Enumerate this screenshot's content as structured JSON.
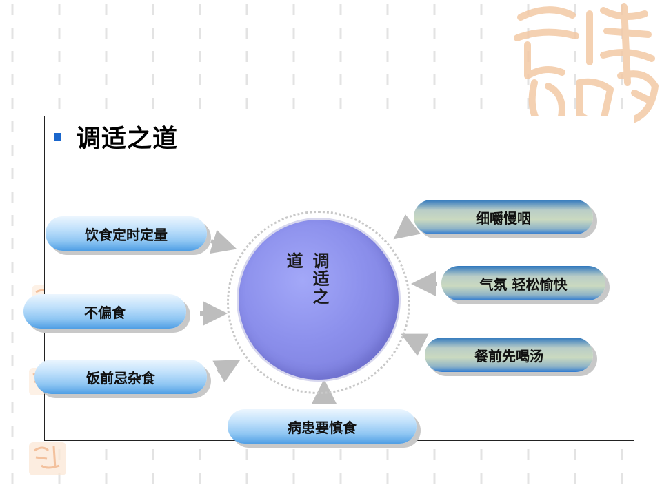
{
  "slide": {
    "title": "调适之道",
    "center": {
      "col1": "调适之",
      "col2": "道"
    },
    "left_items": [
      "饮食定时定量",
      "不偏食",
      "饭前忌杂食"
    ],
    "right_items": [
      "细嚼慢咽",
      "气氛 轻松愉快",
      "餐前先喝汤"
    ],
    "bottom_item": "病患要慎食"
  },
  "colors": {
    "bullet": "#1a66cc",
    "center_fill": "#8c90ec",
    "pill_blue": "#8fc6f3",
    "pill_olive": "#cad9c0",
    "arrow": "#bdbdbd",
    "stamp": "#f3c9a5"
  },
  "icons": [
    "square-bullet-icon",
    "arrow-icon",
    "seal-stamp-icon"
  ]
}
